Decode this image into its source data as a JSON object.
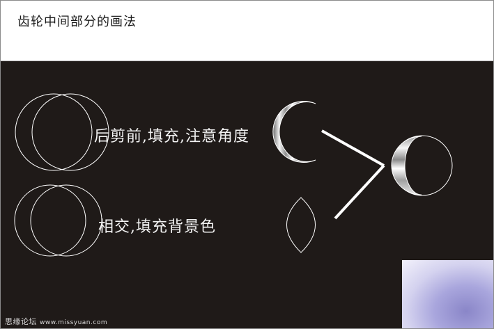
{
  "header": {
    "title": "齿轮中间部分的画法"
  },
  "labels": {
    "step1": "后剪前,填充,注意角度",
    "step2": "相交,填充背景色"
  },
  "footer": {
    "site_name": "思缘论坛",
    "site_url": "www.missyuan.com"
  },
  "colors": {
    "background": "#1f1a18",
    "stroke": "#ffffff",
    "header_bg": "#ffffff"
  }
}
